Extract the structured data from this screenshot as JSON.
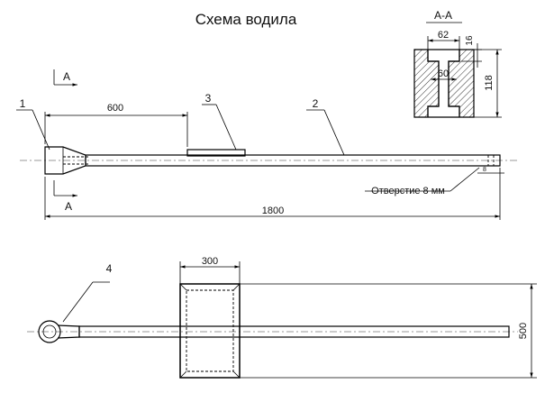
{
  "diagram": {
    "title": "Схема водила",
    "section_label": "А-А",
    "section_mark": "А",
    "leaders": {
      "n1": "1",
      "n2": "2",
      "n3": "3",
      "n4": "4"
    },
    "dims": {
      "d600": "600",
      "d1800": "1800",
      "d300": "300",
      "d500": "500",
      "d62": "62",
      "d60": "60",
      "d16": "16",
      "d118": "118",
      "d8": "8"
    },
    "note_hole": "Отверстие 8 мм"
  }
}
